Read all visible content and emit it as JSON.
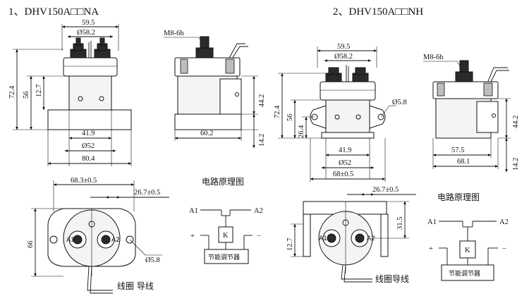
{
  "titles": {
    "left": "1、DHV150A□□NA",
    "right": "2、DHV150A□□NH"
  },
  "na": {
    "top_width": "59.5",
    "stud_dia": "Ø58.2",
    "height_total": "72.4",
    "height_56": "56",
    "height_12_7": "12.7",
    "pitch": "41.9",
    "base_dia": "Ø52",
    "base_width": "80.4",
    "thread": "M8-6h",
    "side_44_2": "44.2",
    "side_60_2": "60.2",
    "side_14_2": "14.2",
    "bottom_68_3": "68.3±0.5",
    "bottom_26_7": "26.7±0.5",
    "bottom_66": "66",
    "hole_dia": "Ø5.8",
    "lead_label": "线圈 导线",
    "terminal_a1": "A1",
    "terminal_a2": "A2"
  },
  "nh": {
    "top_width": "59.5",
    "stud_dia": "Ø58.2",
    "height_total": "72.4",
    "height_56": "56",
    "height_26_4": "26.4",
    "pitch": "41.9",
    "base_dia": "Ø52",
    "base_width": "68±0.5",
    "hole_dia": "Ø5.8",
    "thread": "M8-6h",
    "side_44_2": "44.2",
    "side_57_5": "57.5",
    "side_68_1": "68.1",
    "side_14_2": "14.2",
    "bottom_26_7": "26.7±0.5",
    "bottom_31_5": "31.5",
    "bottom_12_7": "12.7",
    "lead_label": "线圈导线",
    "terminal_a1": "A1",
    "terminal_a2": "A2"
  },
  "circuit_left": {
    "title": "电路原理图",
    "a1": "A1",
    "a2": "A2",
    "plus": "+",
    "minus": "−",
    "coil": "K",
    "module": "节能调节器"
  },
  "circuit_right": {
    "title": "电路原理图",
    "a1": "A1",
    "a2": "A2",
    "plus": "+",
    "minus": "−",
    "coil": "K",
    "module": "节能调节器"
  }
}
